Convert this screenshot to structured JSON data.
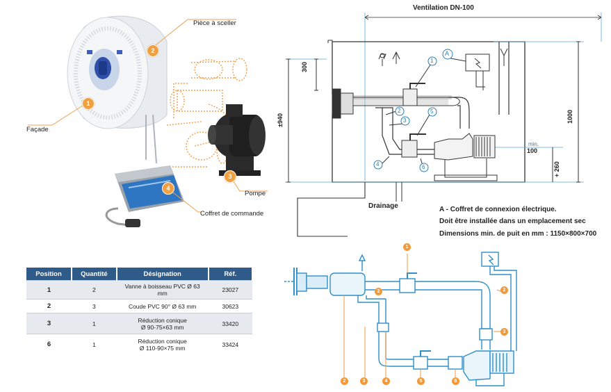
{
  "photo": {
    "labels": {
      "piece": "Pièce à sceller",
      "facade": "Façade",
      "pompe": "Pompe",
      "coffret": "Coffret de commande"
    },
    "callouts": [
      "1",
      "2",
      "3",
      "4"
    ]
  },
  "table": {
    "headers": [
      "Position",
      "Quantité",
      "Désignation",
      "Réf."
    ],
    "rows": [
      {
        "position": "1",
        "quantite": "2",
        "designation": [
          "Vanne à boisseau PVC Ø 63 mm"
        ],
        "ref": "23027"
      },
      {
        "position": "2",
        "quantite": "3",
        "designation": [
          "Coude PVC 90° Ø 63 mm"
        ],
        "ref": "30623"
      },
      {
        "position": "3",
        "quantite": "1",
        "designation": [
          "Réduction conique",
          "Ø 90-75×63 mm"
        ],
        "ref": "33420"
      },
      {
        "position": "6",
        "quantite": "1",
        "designation": [
          "Réduction conique",
          "Ø 110-90×75 mm"
        ],
        "ref": "33424"
      }
    ]
  },
  "technical": {
    "ventilation": "Ventilation DN-100",
    "dim_300": "300",
    "dim_940": "±940",
    "dim_1000": "1000",
    "dim_min": "min.",
    "dim_100": "100",
    "dim_260": "+ 260",
    "drainage": "Drainage",
    "callouts": [
      "1",
      "2",
      "3",
      "4",
      "5",
      "6",
      "A"
    ],
    "notes": [
      "A - Coffret de connexion électrique.",
      "Doit être installée dans un emplacement sec",
      "Dimensions min. de puit en mm : 1150×800×700"
    ]
  },
  "schematic": {
    "callouts": [
      "1",
      "2",
      "2",
      "3",
      "2",
      "3",
      "4",
      "5",
      "6"
    ]
  },
  "colors": {
    "table_header": "#2e5b8a",
    "callout": "#f29a3a",
    "blue_line": "#2e8fc9",
    "orange_dashed": "#f0a050"
  }
}
